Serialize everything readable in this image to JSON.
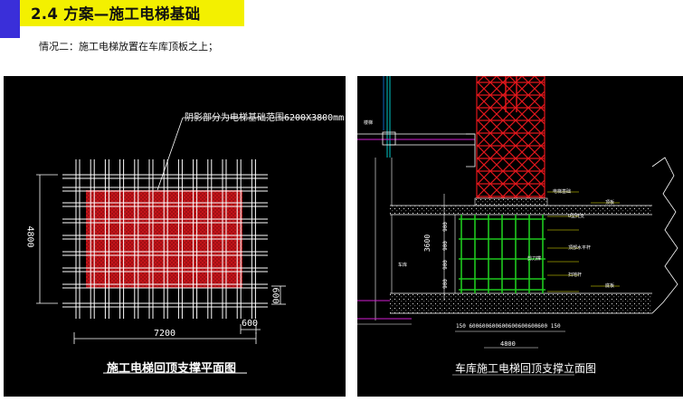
{
  "slide": {
    "title": "2.4 方案—施工电梯基础",
    "subtitle": "情况二：施工电梯放置在车库顶板之上；"
  },
  "plan_drawing": {
    "callout": "阴影部分为电梯基础范围6200X3800mm",
    "dim_left": "4800",
    "dim_right": "600",
    "dim_bottom_small": "600",
    "dim_bottom_total": "7200",
    "caption": "施工电梯回顶支撑平面图"
  },
  "elevation_drawing": {
    "dim_height_total": "3600",
    "dim_steps": [
      "900",
      "900",
      "900",
      "900"
    ],
    "dim_top_spacing": "150 600600600600600600600600 150",
    "dim_bottom_total": "4800",
    "caption": "车库施工电梯回顶支撑立面图",
    "tags_left": [
      "楼梯",
      "车库"
    ],
    "tags_right": [
      "电梯基础",
      "顶板",
      "U型托支",
      "顶部水平杆",
      "扫地杆",
      "剪刀撑",
      "底板"
    ],
    "colors": {
      "red": "#e0161b",
      "green": "#1ec81e",
      "magenta": "#d21ed2",
      "cyan": "#00c8c8",
      "yellow": "#f0f000"
    }
  }
}
